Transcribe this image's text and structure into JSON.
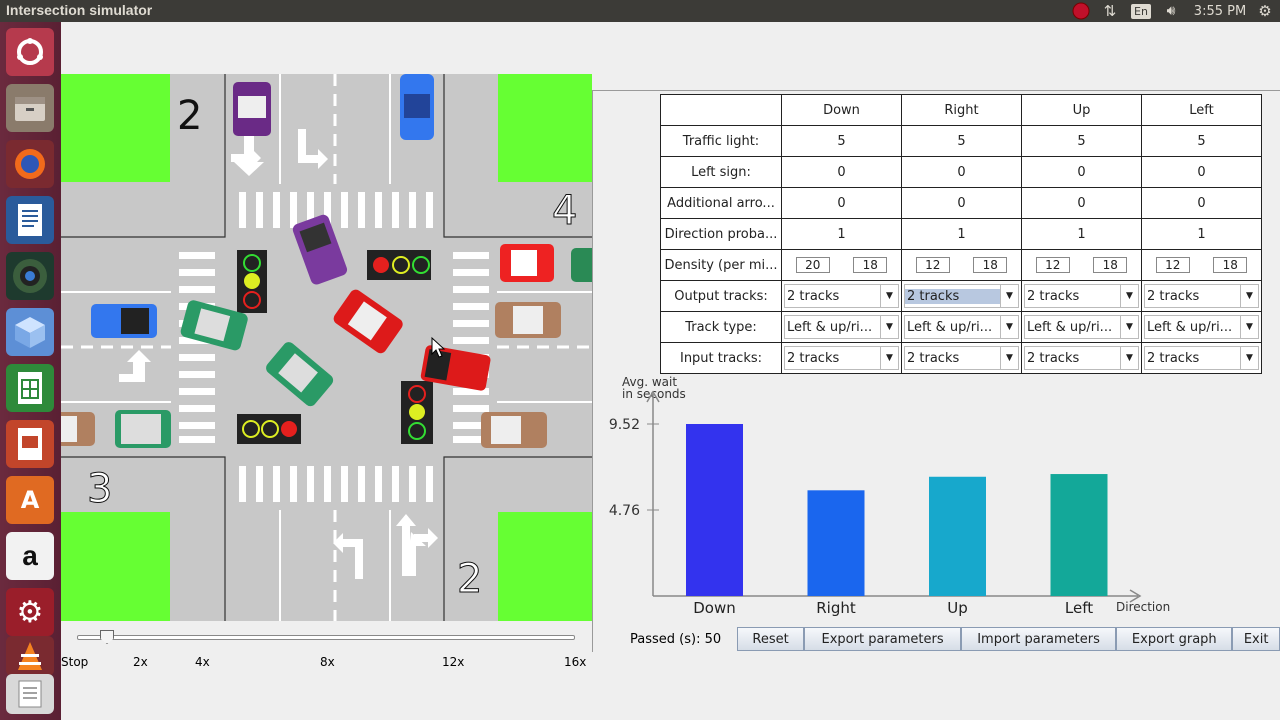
{
  "window": {
    "title": "Intersection simulator"
  },
  "tray": {
    "lang": "En",
    "time": "3:55 PM"
  },
  "launcher": [
    "ubuntu-dash",
    "files",
    "firefox",
    "writer",
    "webcam",
    "3d-box",
    "calc",
    "impress",
    "software-center",
    "amazon",
    "settings",
    "vlc",
    "text-editor"
  ],
  "sim": {
    "corner_labels": [
      "2",
      "4",
      "3",
      "2"
    ],
    "colors": {
      "grass": "#66ff33",
      "road": "#c8c8c8"
    }
  },
  "speed": {
    "ticks": [
      "Stop",
      "2x",
      "4x",
      "8x",
      "12x",
      "16x"
    ]
  },
  "table": {
    "headers": [
      "Down",
      "Right",
      "Up",
      "Left"
    ],
    "rows": {
      "traffic_light": {
        "label": "Traffic light:",
        "values": [
          "5",
          "5",
          "5",
          "5"
        ]
      },
      "left_sign": {
        "label": "Left sign:",
        "values": [
          "0",
          "0",
          "0",
          "0"
        ]
      },
      "additional_arrow": {
        "label": "Additional arro...",
        "values": [
          "0",
          "0",
          "0",
          "0"
        ]
      },
      "direction_prob": {
        "label": "Direction proba...",
        "values": [
          "1",
          "1",
          "1",
          "1"
        ]
      },
      "density": {
        "label": "Density (per mi...",
        "values": [
          [
            "20",
            "18"
          ],
          [
            "12",
            "18"
          ],
          [
            "12",
            "18"
          ],
          [
            "12",
            "18"
          ]
        ]
      },
      "output_tracks": {
        "label": "Output tracks:",
        "values": [
          "2 tracks",
          "2 tracks",
          "2 tracks",
          "2 tracks"
        ]
      },
      "track_type": {
        "label": "Track type:",
        "values": [
          "Left & up/ri...",
          "Left & up/ri...",
          "Left & up/ri...",
          "Left & up/ri..."
        ]
      },
      "input_tracks": {
        "label": "Input tracks:",
        "values": [
          "2 tracks",
          "2 tracks",
          "2 tracks",
          "2 tracks"
        ]
      }
    }
  },
  "chart_data": {
    "type": "bar",
    "ylabel": "Avg. wait in seconds",
    "xlabel": "Direction",
    "categories": [
      "Down",
      "Right",
      "Up",
      "Left"
    ],
    "values": [
      9.52,
      5.85,
      6.6,
      6.75
    ],
    "yticks": [
      "9.52",
      "4.76"
    ],
    "colors": [
      "#3333ee",
      "#1a66ee",
      "#17a8cc",
      "#13a899"
    ]
  },
  "bottom": {
    "passed": "Passed (s): 50",
    "reset": "Reset",
    "export_params": "Export parameters",
    "import_params": "Import parameters",
    "export_graph": "Export graph",
    "exit": "Exit"
  }
}
